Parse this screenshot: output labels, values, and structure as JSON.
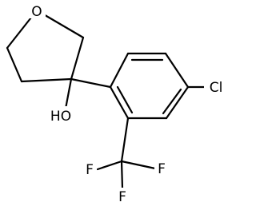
{
  "diagram": {
    "type": "chemical-structure",
    "bond_color": "#000000",
    "atoms": {
      "oxygen_ring": "O",
      "hydroxyl": "HO",
      "chlorine": "Cl",
      "fluorine_1": "F",
      "fluorine_2": "F",
      "fluorine_3": "F"
    }
  }
}
